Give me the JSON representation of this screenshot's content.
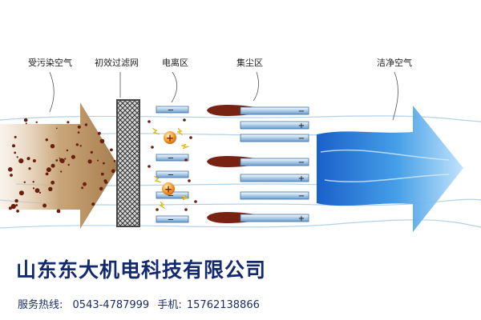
{
  "diagram": {
    "labels": {
      "polluted_air": "受污染空气",
      "primary_filter": "初效过滤网",
      "ionization_zone": "电离区",
      "dust_collection_zone": "集尘区",
      "clean_air": "洁净空气"
    },
    "plate_signs": [
      "−",
      "+",
      "−",
      "+",
      "−",
      "+",
      "−"
    ],
    "ion_sign": "+",
    "colors": {
      "polluted_air": "#b08a5c",
      "dust_particle": "#6b1e0e",
      "filter_frame": "#555555",
      "plate": "#a7c7e8",
      "collector_deposit": "#7a2212",
      "clean_air": "#2f8fe0",
      "ion": "#f08a1e",
      "company_text": "#13296e"
    }
  },
  "footer": {
    "company_name": "山东东大机电科技有限公司",
    "hotline_label": "服务热线:",
    "hotline_number": "0543-4787999",
    "mobile_label": "手机:",
    "mobile_number": "15762138866"
  }
}
